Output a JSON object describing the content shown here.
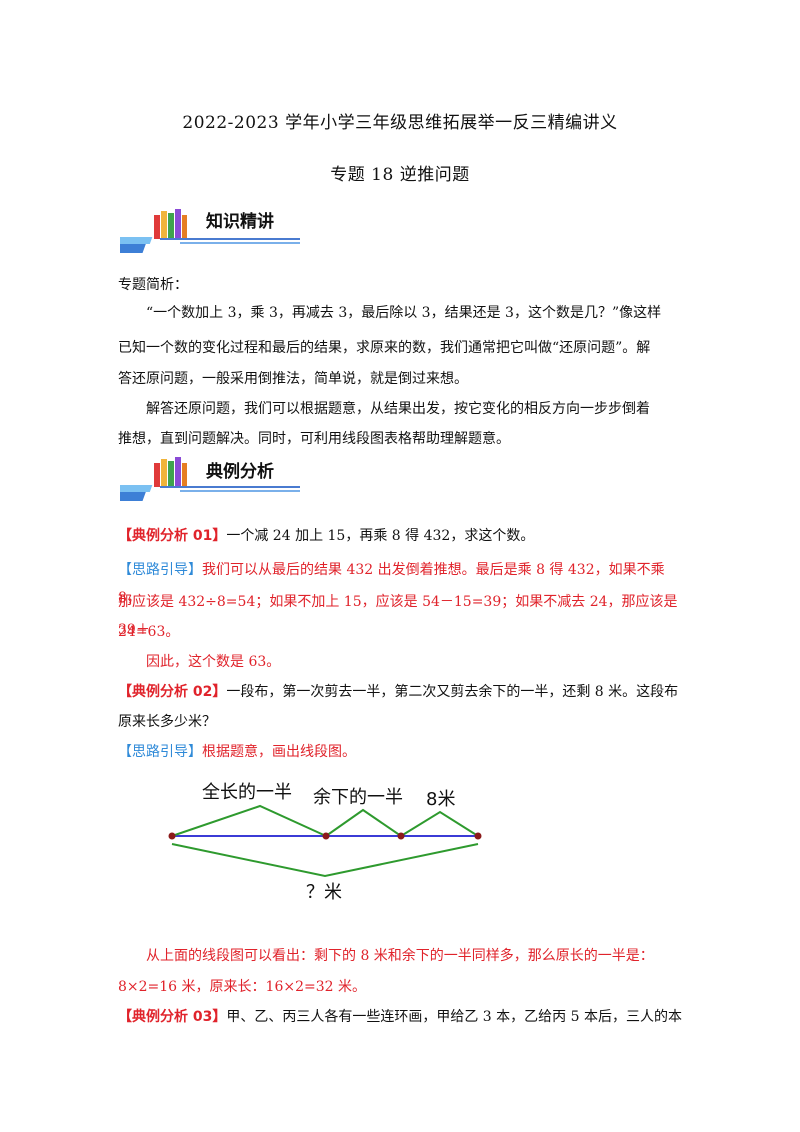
{
  "header": {
    "title": "2022-2023 学年小学三年级思维拓展举一反三精编讲义",
    "subtitle": "专题 18  逆推问题"
  },
  "sections": {
    "knowledge": "知识精讲",
    "examples": "典例分析"
  },
  "intro": {
    "label": "专题简析：",
    "p1_l1": "“一个数加上 3，乘 3，再减去 3，最后除以 3，结果还是 3，这个数是几？”像这样",
    "p1_l2": "已知一个数的变化过程和最后的结果，求原来的数，我们通常把它叫做“还原问题”。解",
    "p1_l3": "答还原问题，一般采用倒推法，简单说，就是倒过来想。",
    "p2_l1": "解答还原问题，我们可以根据题意，从结果出发，按它变化的相反方向一步步倒着",
    "p2_l2": "推想，直到问题解决。同时，可利用线段图表格帮助理解题意。"
  },
  "ex1": {
    "tag": "【典例分析 01】",
    "question": "一个减 24 加上 15，再乘 8 得 432，求这个数。",
    "hint_tag": "【思路引导】",
    "hint_l1": "我们可以从最后的结果 432 出发倒着推想。最后是乘 8 得 432，如果不乘 8，",
    "hint_l2": "那应该是 432÷8=54；如果不加上 15，应该是 54－15=39；如果不减去 24，那应该是 39＋",
    "hint_l3": "24=63。",
    "conclusion": "因此，这个数是 63。"
  },
  "ex2": {
    "tag": "【典例分析 02】",
    "question_l1": "一段布，第一次剪去一半，第二次又剪去余下的一半，还剩 8 米。这段布",
    "question_l2": "原来长多少米？",
    "hint_tag": "【思路引导】",
    "hint": "根据题意，画出线段图。",
    "diagram": {
      "label_half": "全长的一半",
      "label_rest_half": "余下的一半",
      "label_8m": "8米",
      "label_total": "？米",
      "colors": {
        "line": "#3b3bd6",
        "brace": "#2e9a2e",
        "dot": "#8b1a1a"
      }
    },
    "explain_l1": "从上面的线段图可以看出：剩下的 8 米和余下的一半同样多，那么原长的一半是：",
    "explain_l2": "8×2=16 米，原来长：16×2=32 米。"
  },
  "ex3": {
    "tag": "【典例分析 03】",
    "question_l1": "甲、乙、丙三人各有一些连环画，甲给乙 3 本，乙给丙 5 本后，三人的本"
  }
}
